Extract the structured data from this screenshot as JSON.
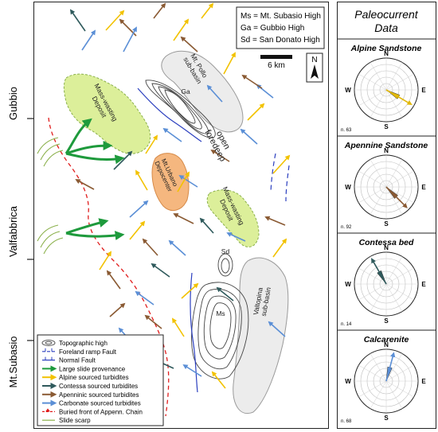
{
  "side_labels": {
    "gubbio": "Gubbio",
    "valfabbrica": "Valfabbrica",
    "subasio": "Mt.Subasio"
  },
  "key_box": {
    "line1": "Ms = Mt. Subasio High",
    "line2": "Ga = Gubbio High",
    "line3": "Sd = San Donato High"
  },
  "scale": {
    "label": "6 km"
  },
  "north": {
    "label": "N"
  },
  "map_labels": {
    "pollo": [
      "Mt. Pollo",
      "sub-basin"
    ],
    "ga": "Ga",
    "mw1": [
      "Mass-wasting",
      "Deposit"
    ],
    "open": [
      "open",
      "foredeep"
    ],
    "urbano": [
      "Mt.Urbano",
      "Depocenter"
    ],
    "mw2": [
      "Mass-wasting",
      "Deposit"
    ],
    "sd": "Sd",
    "ms": "Ms",
    "valtopina": [
      "Valtopina",
      "sub-basin"
    ]
  },
  "legend": [
    {
      "label": "Topographic high",
      "symbol": "topo",
      "color": "#555555"
    },
    {
      "label": "Foreland ramp Fault",
      "symbol": "ramp",
      "color": "#2b3fbf"
    },
    {
      "label": "Normal Fault",
      "symbol": "normal",
      "color": "#2b3fbf"
    },
    {
      "label": "Large slide provenance",
      "symbol": "arrow",
      "color": "#1e9a3c"
    },
    {
      "label": "Alpine sourced turbidites",
      "symbol": "arrow",
      "color": "#f2c200"
    },
    {
      "label": "Contessa sourced turbidites",
      "symbol": "arrow",
      "color": "#2f5a5c"
    },
    {
      "label": "Apenninic sourced turbidites",
      "symbol": "arrow",
      "color": "#8a5a33"
    },
    {
      "label": "Carbonate sourced turbidites",
      "symbol": "arrow",
      "color": "#5b8fd6"
    },
    {
      "label": "Buried front of Appenn. Chain",
      "symbol": "buried",
      "color": "#e01c1c"
    },
    {
      "label": "Slide scarp",
      "symbol": "scarp",
      "color": "#8ab04a"
    }
  ],
  "colors": {
    "alpine": "#f2c200",
    "contessa": "#2f5a5c",
    "apenninic": "#8a5a33",
    "carbonate": "#5b8fd6",
    "slide": "#1e9a3c",
    "mass_wasting_fill": "#dcef9a",
    "depocenter_fill": "#f5b77f",
    "subbasin_fill": "#ececec",
    "buried_front": "#e01c1c"
  },
  "paleocurrent": {
    "title": [
      "Paleocurrent",
      "Data"
    ],
    "roses": [
      {
        "title": "Alpine Sandstone",
        "n": "n. 63",
        "color": "#e2b90d",
        "axis": {
          "N": "N",
          "E": "E",
          "S": "S",
          "W": "W"
        },
        "dir": 120
      },
      {
        "title": "Apennine Sandstone",
        "n": "n. 92",
        "color": "#8a5a33",
        "axis": {
          "N": "N",
          "E": "E",
          "S": "S",
          "W": "W"
        },
        "dir": 135
      },
      {
        "title": "Contessa bed",
        "n": "n. 14",
        "color": "#2f5a5c",
        "axis": {
          "N": "N",
          "E": "E",
          "S": "S",
          "W": "W"
        },
        "dir": 330
      },
      {
        "title": "Calcarenite",
        "n": "n. 68",
        "color": "#5b8fd6",
        "axis": {
          "N": "N",
          "E": "E",
          "S": "S",
          "W": "W"
        },
        "dir": 15
      }
    ]
  }
}
